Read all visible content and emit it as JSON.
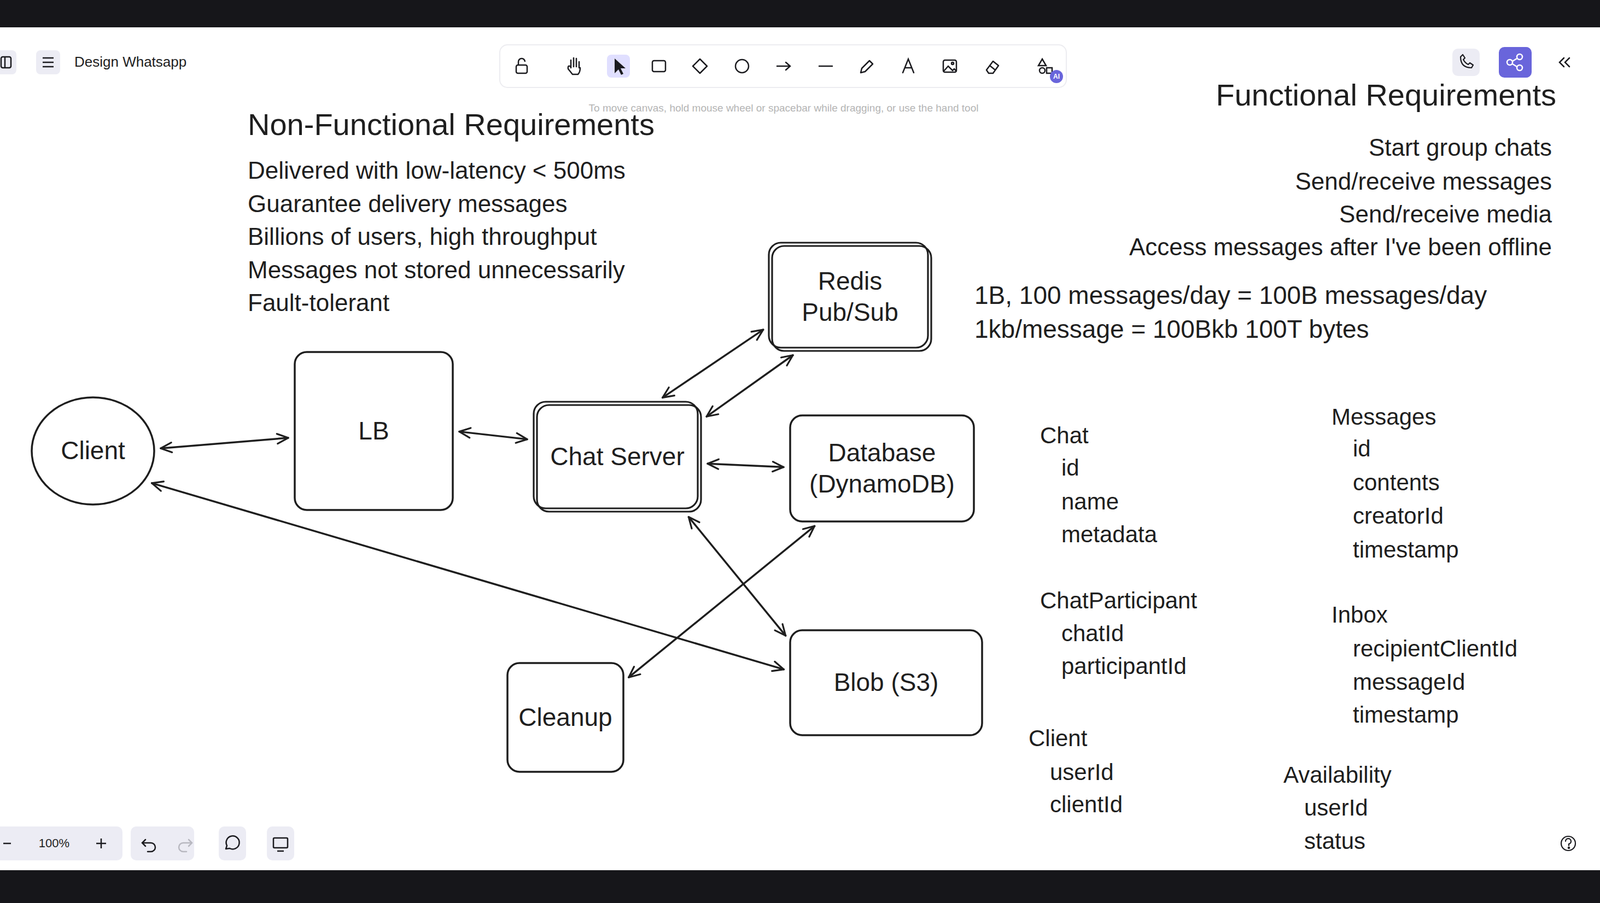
{
  "diagram": {
    "title": "Design Whatsapp",
    "nodes": [
      {
        "text": [
          "Client"
        ]
      },
      {
        "text": [
          "LB"
        ]
      },
      {
        "text": [
          "Chat Server"
        ]
      },
      {
        "text": [
          "Redis Pub/Sub"
        ]
      },
      {
        "text": [
          "Database (DynamoDB)"
        ]
      },
      {
        "text": [
          "Blob (S3)"
        ]
      },
      {
        "text": [
          "Cleanup"
        ]
      }
    ],
    "edges": [
      {
        "from": 0,
        "to": 1,
        "arrow": "both"
      },
      {
        "from": 1,
        "to": 2,
        "arrow": "both"
      },
      {
        "from": 2,
        "to": 3,
        "arrow": "both"
      },
      {
        "from": 2,
        "to": 3,
        "arrow": "both"
      },
      {
        "from": 2,
        "to": 4,
        "arrow": "both"
      },
      {
        "from": 2,
        "to": 5,
        "arrow": "both"
      },
      {
        "from": 0,
        "to": 5,
        "arrow": "both"
      },
      {
        "from": 6,
        "to": 4,
        "arrow": "both"
      }
    ],
    "labels": [
      "To move canvas, hold mouse wheel or spacebar while dragging, or use the hand tool",
      "Non-Functional Requirements",
      "Delivered with low-latency < 500ms",
      "Guarantee delivery messages",
      "Billions of users, high throughput",
      "Messages not stored unnecessarily",
      "Fault-tolerant",
      "Functional Requirements",
      "Start group chats",
      "Send/receive messages",
      "Send/receive media",
      "Access messages after I've been offline",
      "1B, 100 messages/day = 100B messages/day",
      "1kb/message = 100Bkb 100T bytes",
      "Chat",
      "id",
      "name",
      "metadata",
      "Messages",
      "id",
      "contents",
      "creatorId",
      "timestamp",
      "ChatParticipant",
      "chatId",
      "participantId",
      "Inbox",
      "recipientClientId",
      "messageId",
      "timestamp",
      "Client",
      "userId",
      "clientId",
      "Availability",
      "userId",
      "status",
      "100%",
      "AI"
    ]
  }
}
